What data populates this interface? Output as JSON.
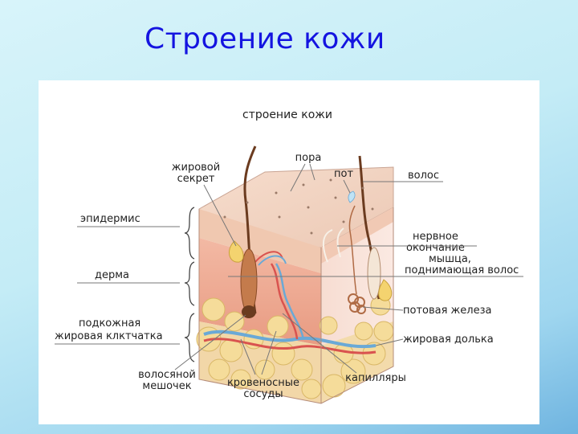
{
  "slide": {
    "title": "Строение  кожи"
  },
  "diagram": {
    "title": "строение кожи",
    "labels": {
      "pore": "пора",
      "fat_secretion_1": "жировой",
      "fat_secretion_2": "секрет",
      "sweat": "пот",
      "hair": "волос",
      "epidermis": "эпидермис",
      "nerve_ending_1": "нервное",
      "nerve_ending_2": "окончание",
      "muscle_1": "мышца,",
      "muscle_2": "поднимающая волос",
      "dermis": "дерма",
      "subcutaneous_1": "подкожная",
      "subcutaneous_2": "жировая клктчатка",
      "sweat_gland": "потовая железа",
      "fat_lobule": "жировая долька",
      "capillaries": "капилляры",
      "hair_follicle_1": "волосяной",
      "hair_follicle_2": "мешочек",
      "blood_vessels_1": "кровеносные",
      "blood_vessels_2": "сосуды"
    }
  }
}
